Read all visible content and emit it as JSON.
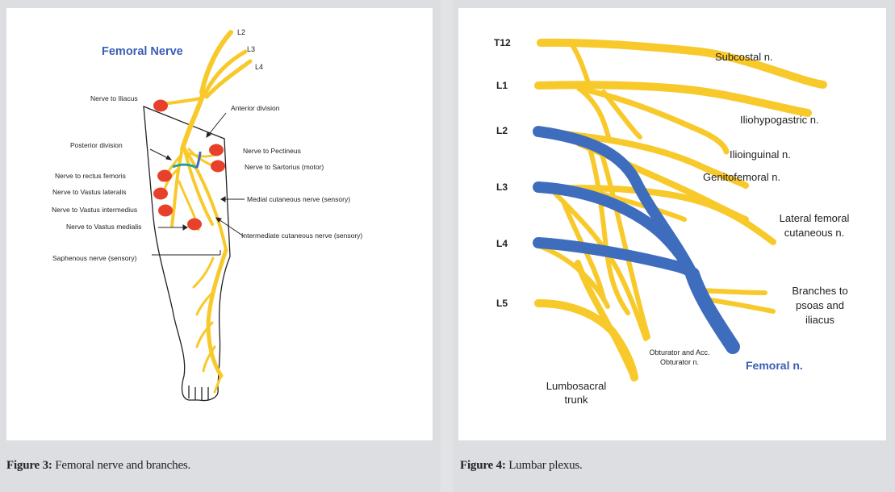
{
  "figure3": {
    "title": "Femoral Nerve",
    "roots": [
      "L2",
      "L3",
      "L4"
    ],
    "labels": {
      "nerve_to_iliacus": "Nerve to Iliacus",
      "anterior_division": "Anterior division",
      "posterior_division": "Posterior division",
      "nerve_to_pectineus": "Nerve to Pectineus",
      "nerve_to_sartorius": "Nerve to Sartorius (motor)",
      "nerve_to_rectus_femoris": "Nerve to rectus femoris",
      "nerve_to_vastus_lateralis": "Nerve to Vastus lateralis",
      "medial_cutaneous": "Medial cutaneous nerve (sensory)",
      "nerve_to_vastus_intermedius": "Nerve to Vastus intermedius",
      "nerve_to_vastus_medialis": "Nerve to Vastus medialis",
      "intermediate_cutaneous": "Intermediate cutaneous nerve (sensory)",
      "saphenous": "Saphenous nerve (sensory)"
    },
    "caption_bold": "Figure 3:",
    "caption_text": " Femoral nerve and branches."
  },
  "figure4": {
    "roots": [
      "T12",
      "L1",
      "L2",
      "L3",
      "L4",
      "L5"
    ],
    "labels": {
      "subcostal": "Subcostal n.",
      "iliohypogastric": "Iliohypogastric n.",
      "ilioinguinal": "Ilioinguinal n.",
      "genitofemoral": "Genitofemoral n.",
      "lateral_femoral_1": "Lateral femoral",
      "lateral_femoral_2": "cutaneous n.",
      "branches_1": "Branches to",
      "branches_2": "psoas and",
      "branches_3": "iliacus",
      "obturator_1": "Obturator and Acc.",
      "obturator_2": "Obturator n.",
      "femoral": "Femoral n.",
      "lumbosacral_1": "Lumbosacral",
      "lumbosacral_2": "trunk"
    },
    "caption_bold": "Figure 4:",
    "caption_text": " Lumbar plexus."
  },
  "colors": {
    "nerve_yellow": "#f8c92a",
    "femoral_blue": "#3f6dbd",
    "muscle_dot": "#e8412b",
    "title_blue": "#3a5db5"
  }
}
